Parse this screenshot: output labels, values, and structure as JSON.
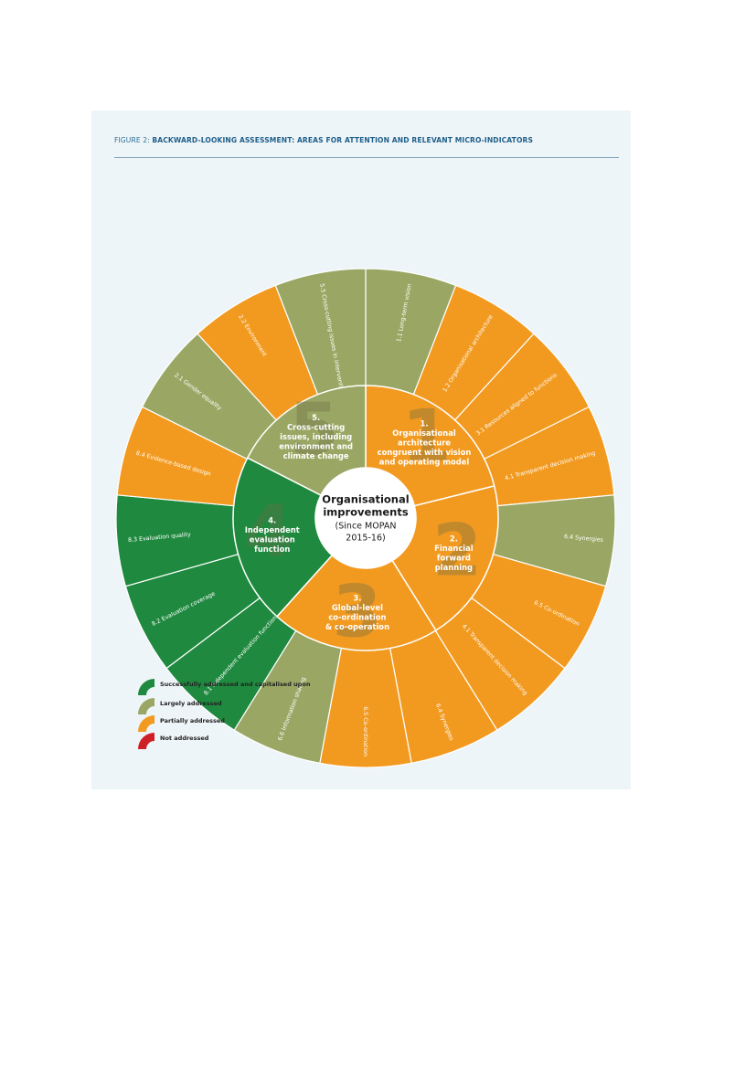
{
  "figure": {
    "title_prefix": "FIGURE 2: ",
    "title_main": "BACKWARD-LOOKING ASSESSMENT: AREAS FOR ATTENTION AND RELEVANT MICRO-INDICATORS"
  },
  "center": {
    "line1": "Organisational",
    "line2": "improvements",
    "line3": "(Since MOPAN",
    "line4": "2015-16)"
  },
  "colors": {
    "successfully": "#1f8a3f",
    "largely": "#9aa764",
    "partially": "#f29a20",
    "not": "#cf1f26",
    "divider": "#ffffff",
    "big_number": "#6b6b45"
  },
  "areas": [
    {
      "number": "1",
      "lines": [
        "1.",
        "Organisational",
        "architecture",
        "congruent with vision",
        "and operating model"
      ],
      "status": "partially"
    },
    {
      "number": "2",
      "lines": [
        "2.",
        "Financial",
        "forward",
        "planning"
      ],
      "status": "partially"
    },
    {
      "number": "3",
      "lines": [
        "3.",
        "Global-level",
        "co-ordination",
        "& co-operation"
      ],
      "status": "partially"
    },
    {
      "number": "4",
      "lines": [
        "4.",
        "Independent",
        "evaluation",
        "function"
      ],
      "status": "successfully"
    },
    {
      "number": "5",
      "lines": [
        "5.",
        "Cross-cutting",
        "issues, including",
        "environment and",
        "climate change"
      ],
      "status": "largely"
    }
  ],
  "segments": [
    {
      "label": "1.1 Long-term vision",
      "status": "largely"
    },
    {
      "label": "1.2 Organisational architecture",
      "status": "partially"
    },
    {
      "label": "3.1 Resources aligned to functions",
      "status": "partially"
    },
    {
      "label": "4.1 Transparent decision making",
      "status": "partially"
    },
    {
      "label": "6.4 Synergies",
      "status": "largely"
    },
    {
      "label": "6.5 Co-ordination",
      "status": "partially"
    },
    {
      "label": "4.1 Transparent decision making",
      "status": "partially"
    },
    {
      "label": "6.4 Synergies",
      "status": "partially"
    },
    {
      "label": "6.5 Co-ordination",
      "status": "partially"
    },
    {
      "label": "6.6 Information sharing",
      "status": "largely"
    },
    {
      "label": "8.1 Independent evaluation function",
      "status": "successfully"
    },
    {
      "label": "8.2 Evaluation coverage",
      "status": "successfully"
    },
    {
      "label": "8.3 Evaluation quality",
      "status": "successfully"
    },
    {
      "label": "8.4 Evidence-based design",
      "status": "partially"
    },
    {
      "label": "2.1 Gender equality",
      "status": "largely"
    },
    {
      "label": "2.2 Environment",
      "status": "partially"
    },
    {
      "label": "5.5 Cross-cutting issues in intervention design",
      "status": "largely"
    }
  ],
  "legend": [
    {
      "label": "Successfully addressed and capitalised upon",
      "status": "successfully"
    },
    {
      "label": "Largely addressed",
      "status": "largely"
    },
    {
      "label": "Partially addressed",
      "status": "partially"
    },
    {
      "label": "Not addressed",
      "status": "not"
    }
  ]
}
